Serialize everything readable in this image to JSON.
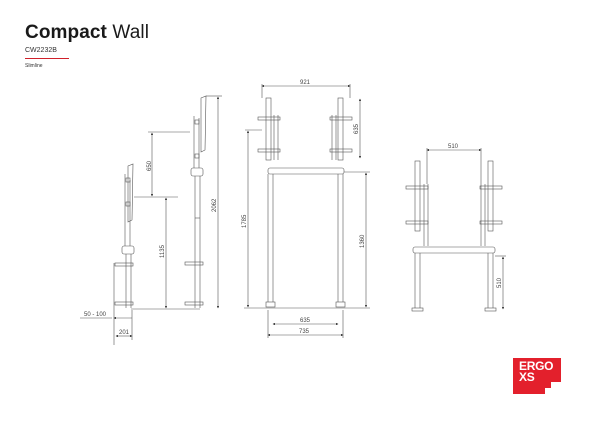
{
  "header": {
    "title_bold": "Compact",
    "title_light": "Wall",
    "product_code": "CW2232B",
    "variant": "Slimline",
    "accent_color": "#d0202a"
  },
  "dimensions": {
    "side_view_low": {
      "height_offset": "650",
      "bracket_height": "1135",
      "wall_distance": "50 - 100",
      "base_depth": "201"
    },
    "side_view_high": {
      "total_height": "2062"
    },
    "front_view": {
      "mount_width": "921",
      "mount_height": "635",
      "total_height": "1785",
      "shelf_height": "1360",
      "inner_width": "635",
      "outer_width": "735"
    },
    "front_view_low": {
      "mount_width": "510",
      "shelf_height": "510"
    }
  },
  "logo": {
    "line1": "ERGO",
    "line2": "XS",
    "color": "#e3202c"
  }
}
